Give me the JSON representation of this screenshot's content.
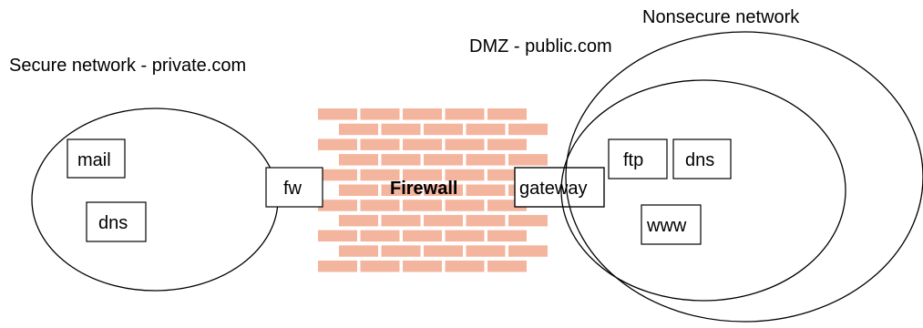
{
  "secure_network": {
    "label": "Secure network - private.com",
    "hosts": {
      "mail": "mail",
      "dns": "dns"
    }
  },
  "firewall": {
    "label": "Firewall",
    "brick_color": "#F4B59E",
    "fw_host": "fw",
    "gateway_host": "gateway"
  },
  "dmz": {
    "label": "DMZ - public.com",
    "hosts": {
      "ftp": "ftp",
      "dns": "dns",
      "www": "www"
    }
  },
  "nonsecure_network": {
    "label": "Nonsecure network"
  }
}
